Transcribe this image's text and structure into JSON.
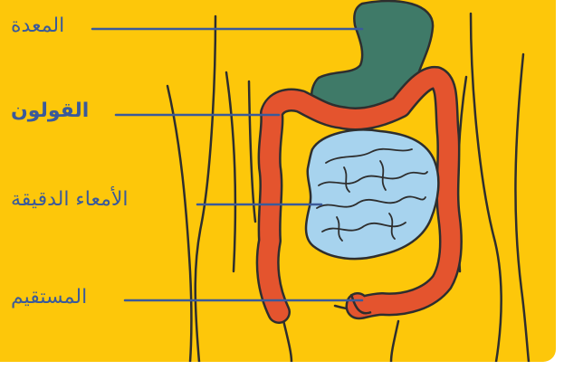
{
  "labels": {
    "stomach": "المعدة",
    "colon": "القولون",
    "small_intestine": "الأمعاء الدقيقة",
    "rectum": "المستقيم"
  },
  "colors": {
    "background": "#FDC70A",
    "stomach": "#3F7A68",
    "colon": "#E4542E",
    "small_intestine": "#A7D3EE",
    "outline": "#2E2E2E",
    "leader_line": "#3A5A9A"
  }
}
